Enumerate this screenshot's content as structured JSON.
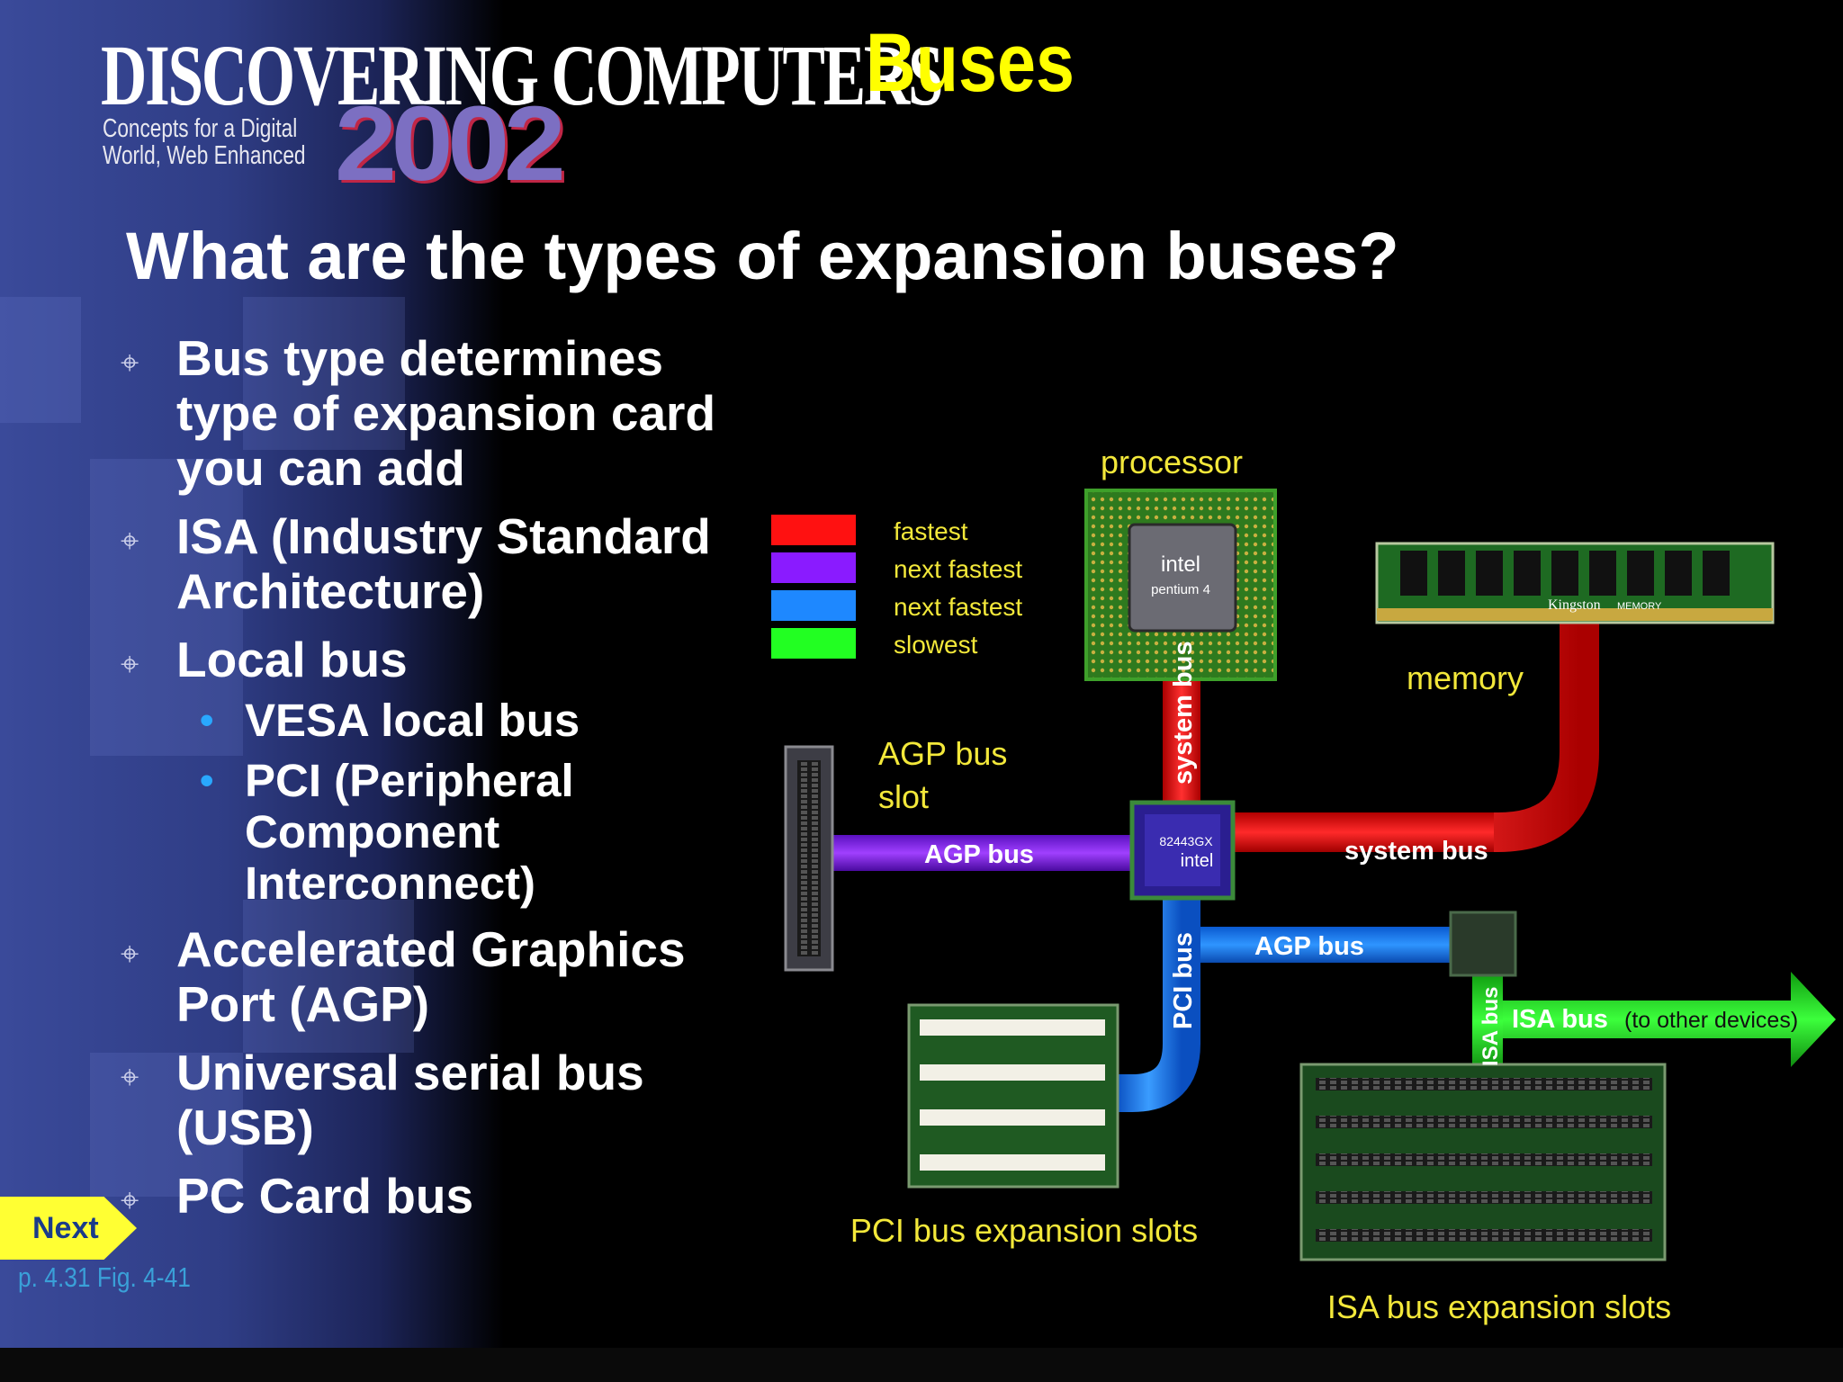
{
  "header": {
    "brand": "DISCOVERING COMPUTERS",
    "tagline_line1": "Concepts for a Digital",
    "tagline_line2": "World, Web Enhanced",
    "year": "2002",
    "slide_tag": "Buses"
  },
  "title": "What are the types of expansion buses?",
  "bullets": [
    {
      "text": "Bus type determines type of expansion card you can add"
    },
    {
      "text": "ISA (Industry Standard Architecture)"
    },
    {
      "text": "Local bus",
      "subitems": [
        "VESA local bus",
        "PCI (Peripheral Component Interconnect)"
      ]
    },
    {
      "text": "Accelerated Graphics Port (AGP)"
    },
    {
      "text": "Universal serial bus (USB)"
    },
    {
      "text": "PC Card bus"
    }
  ],
  "legend": [
    {
      "label": "fastest",
      "color": "#ff1111"
    },
    {
      "label": "next fastest",
      "color": "#8a1bff"
    },
    {
      "label": "next fastest",
      "color": "#1e88ff"
    },
    {
      "label": "slowest",
      "color": "#22ff22"
    }
  ],
  "diagram": {
    "processor_label": "processor",
    "processor_chip_brand": "intel",
    "processor_chip_model": "pentium 4",
    "memory_label": "memory",
    "memory_brand": "Kingston",
    "memory_word": "MEMORY",
    "agp_slot_label_line1": "AGP bus",
    "agp_slot_label_line2": "slot",
    "chipset_model": "82443GX",
    "chipset_brand": "intel",
    "system_bus_vertical": "system bus",
    "system_bus_horizontal": "system bus",
    "agp_bus_left": "AGP bus",
    "agp_bus_right": "AGP bus",
    "pci_bus": "PCI bus",
    "isa_bus_vertical": "ISA bus",
    "isa_bus_arrow": "ISA bus",
    "isa_to_other": "(to other devices)",
    "pci_slots_label": "PCI bus expansion slots",
    "isa_slots_label": "ISA bus expansion slots"
  },
  "nav": {
    "next_label": "Next",
    "page_ref": "p. 4.31 Fig. 4-41"
  },
  "colors": {
    "yellow_accent": "#ffff00",
    "system_bus": "#ff1111",
    "agp_bus": "#8a1bff",
    "pci_bus": "#1e88ff",
    "isa_bus": "#22ff22"
  }
}
